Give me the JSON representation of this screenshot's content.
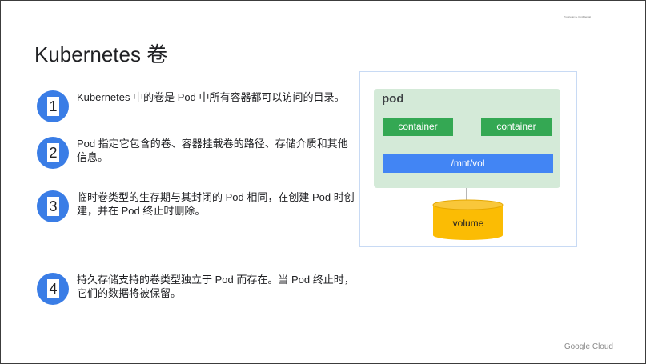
{
  "slide": {
    "tag": "Proprietary + Confidential",
    "title": "Kubernetes 卷",
    "steps": [
      {
        "number": "1",
        "text": "Kubernetes 中的卷是 Pod 中所有容器都可以访问的目录。"
      },
      {
        "number": "2",
        "text": "Pod 指定它包含的卷、容器挂载卷的路径、存储介质和其他信息。"
      },
      {
        "number": "3",
        "text": "临时卷类型的生存期与其封闭的 Pod 相同，在创建 Pod 时创建，并在 Pod 终止时删除。"
      },
      {
        "number": "4",
        "text": "持久存储支持的卷类型独立于 Pod 而存在。当 Pod 终止时，它们的数据将被保留。"
      }
    ],
    "logo": "Google Cloud"
  },
  "diagram": {
    "pod_label": "pod",
    "containers": [
      "container",
      "container"
    ],
    "mount_path": "/mnt/vol",
    "volume_label": "volume",
    "colors": {
      "pod_bg": "#d4ead8",
      "container": "#34a853",
      "mount": "#4285f4",
      "volume": "#fbbc04",
      "step_circle": "#3a7de6"
    }
  }
}
